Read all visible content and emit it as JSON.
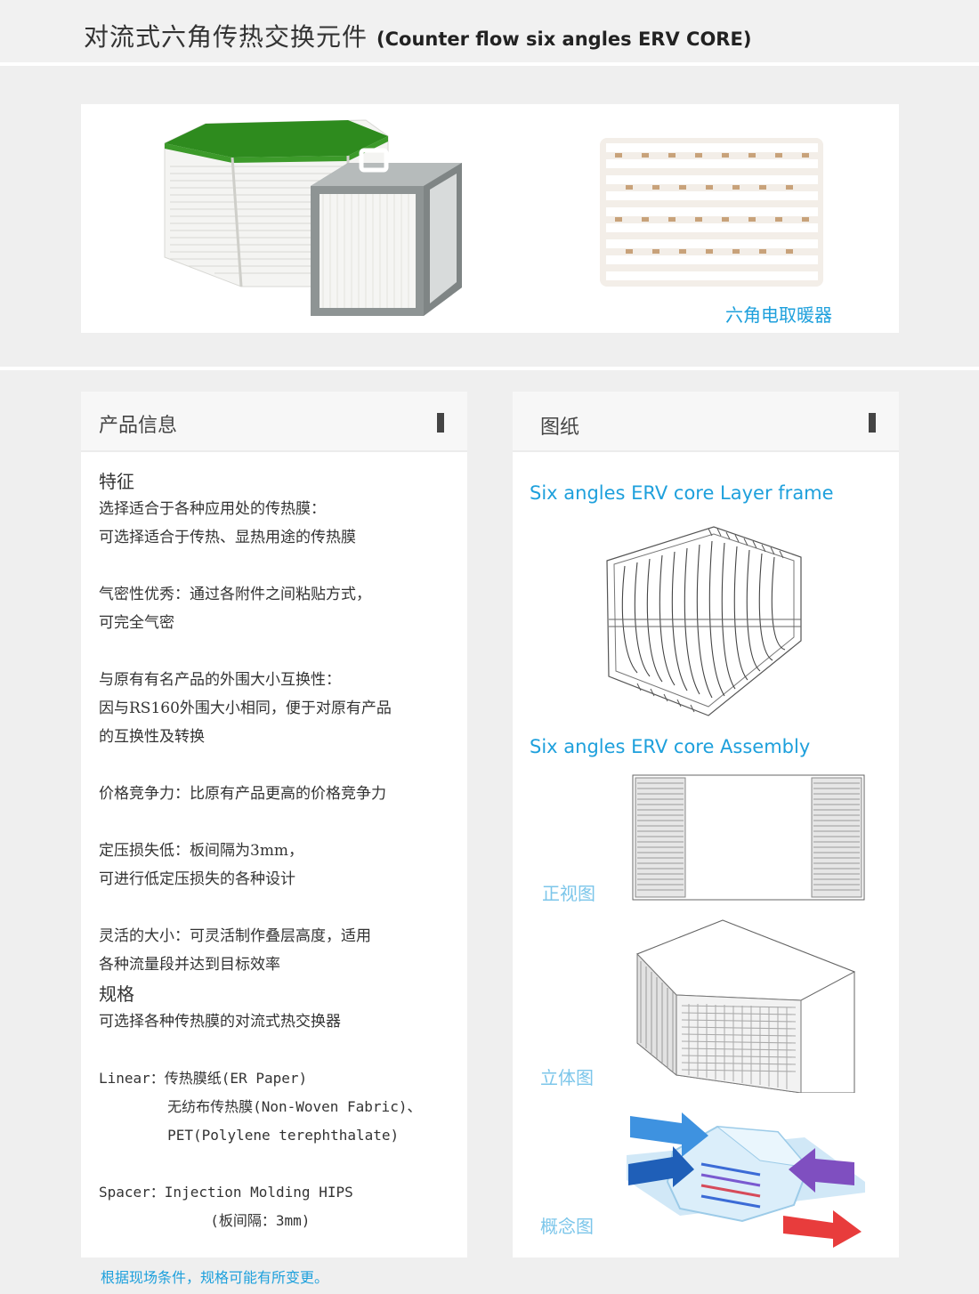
{
  "header": {
    "title_zh": "对流式六角传热交换元件",
    "title_en": "(Counter flow six angles ERV CORE)"
  },
  "photos": {
    "caption": "六角电取暖器"
  },
  "info": {
    "heading": "产品信息",
    "features_title": "特征",
    "features": [
      [
        "选择适合于各种应用处的传热膜：",
        "可选择适合于传热、显热用途的传热膜"
      ],
      [
        "气密性优秀：通过各附件之间粘贴方式，",
        "可完全气密"
      ],
      [
        "与原有有名产品的外围大小互换性：",
        "因与RS160外围大小相同，便于对原有产品",
        "的互换性及转换"
      ],
      [
        "价格竞争力：比原有产品更高的价格竞争力"
      ],
      [
        "定压损失低：板间隔为3mm，",
        "可进行低定压损失的各种设计"
      ],
      [
        "灵活的大小：可灵活制作叠层高度，适用",
        "各种流量段并达到目标效率"
      ]
    ],
    "spec_title": "规格",
    "spec_line": "可选择各种传热膜的对流式热交换器",
    "linear": [
      "Linear：传热膜纸(ER Paper)",
      "        无纺布传热膜(Non-Woven Fabric)、",
      "        PET(Polylene terephthalate)"
    ],
    "spacer": [
      "Spacer：Injection Molding HIPS",
      "             (板间隔：3mm)"
    ],
    "note": "根据现场条件，规格可能有所变更。"
  },
  "drawings": {
    "heading": "图纸",
    "layer_frame_title": "Six angles ERV core Layer frame",
    "assembly_title": "Six angles ERV core Assembly",
    "front_view_label": "正视图",
    "iso_view_label": "立体图",
    "concept_label": "概念图"
  },
  "colors": {
    "accent_blue": "#1ea0dc",
    "light_blue": "#7cc6ea",
    "core_top_green": "#2e8b1e",
    "frame_gray": "#9aa0a0"
  }
}
